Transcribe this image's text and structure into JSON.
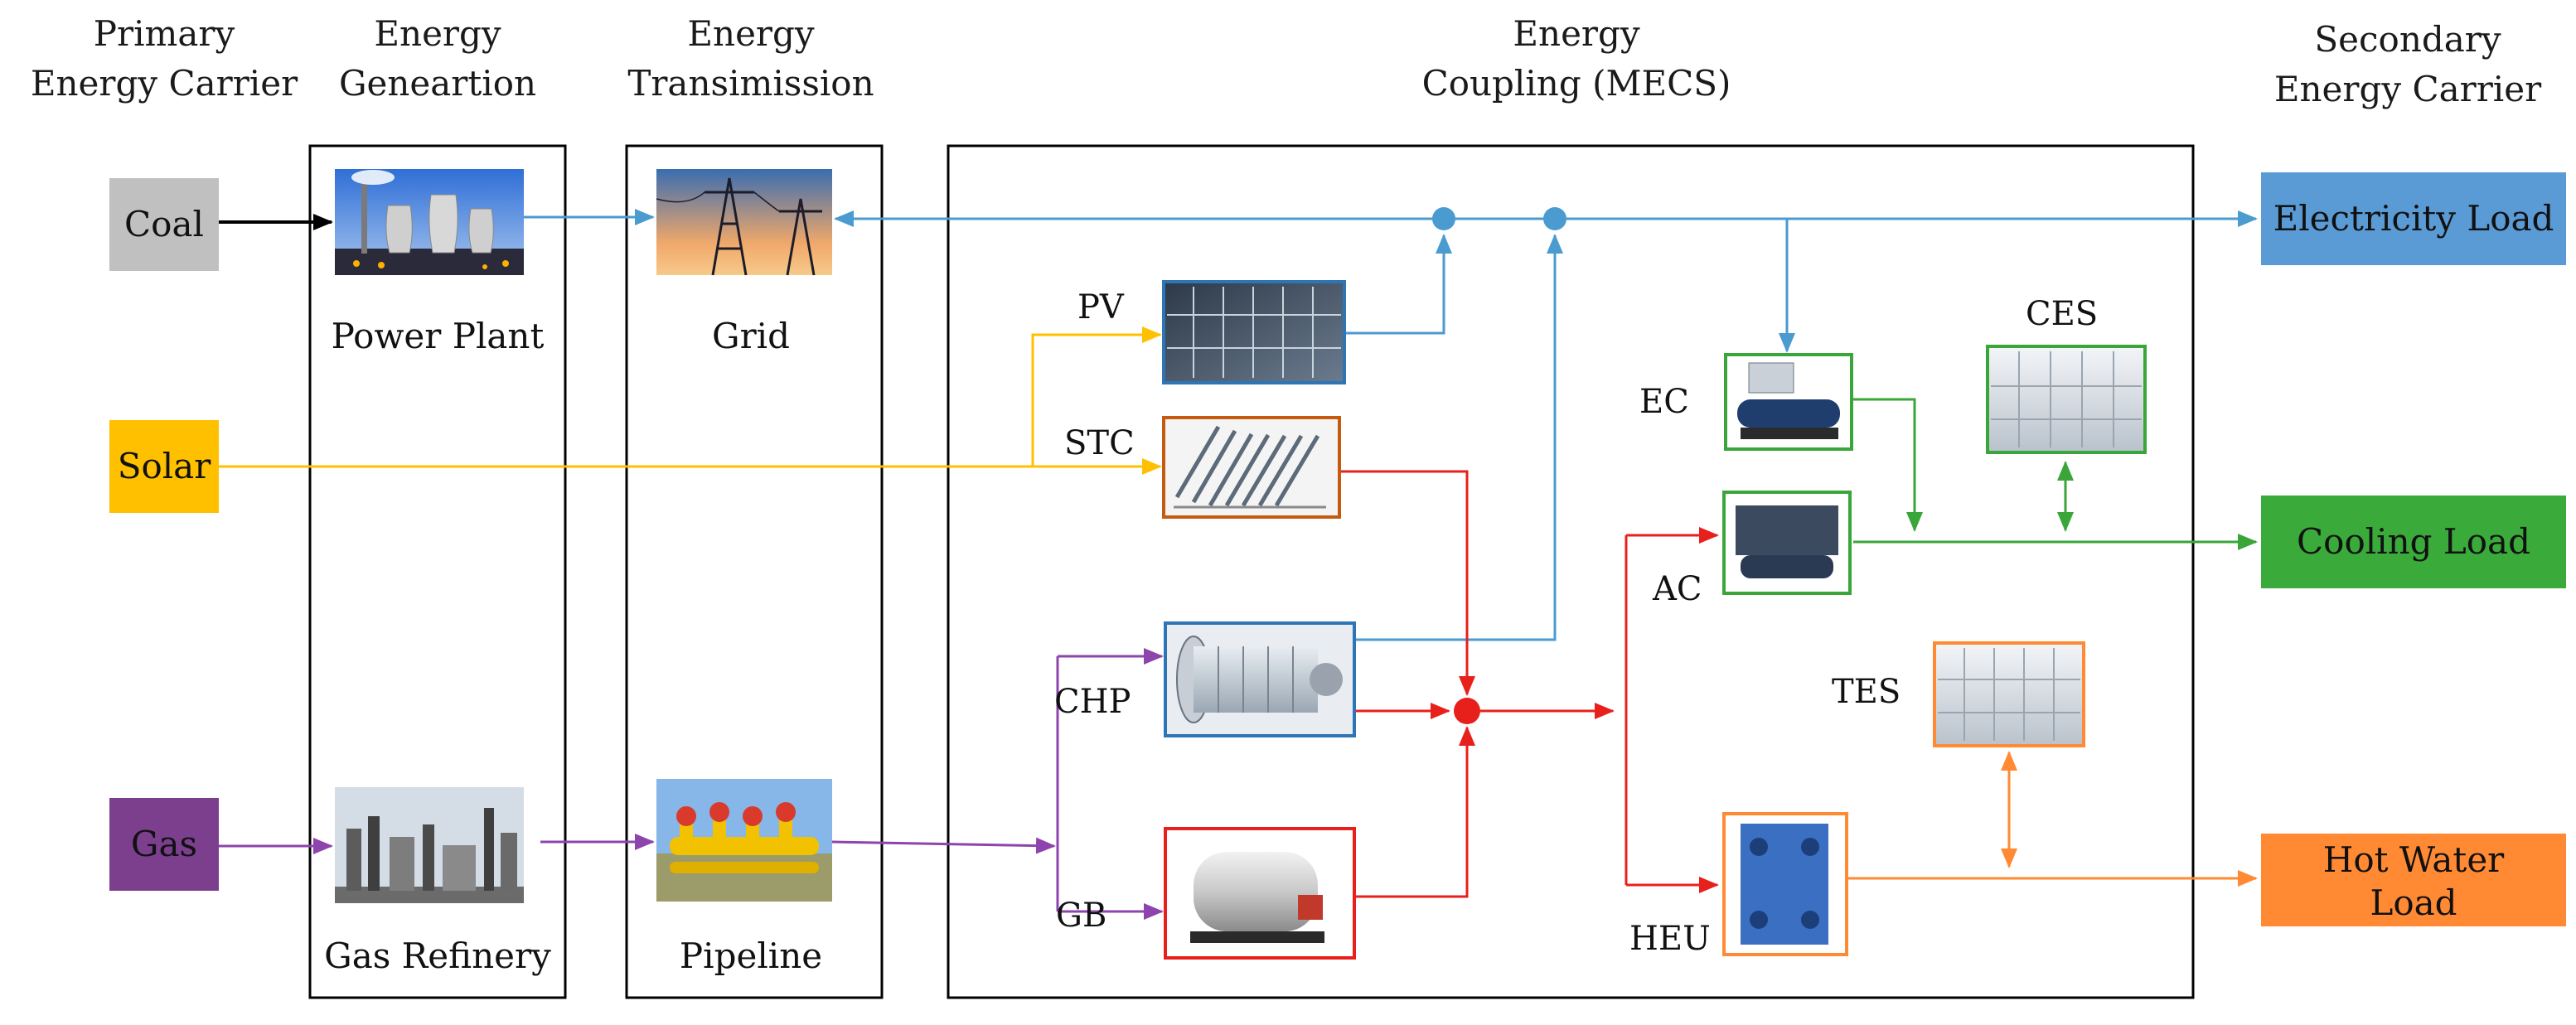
{
  "headers": {
    "primary": [
      "Primary",
      "Energy Carrier"
    ],
    "generation": [
      "Energy",
      "Geneartion"
    ],
    "transmission": [
      "Energy",
      "Transimission"
    ],
    "coupling": [
      "Energy",
      "Coupling (MECS)"
    ],
    "secondary": [
      "Secondary",
      "Energy Carrier"
    ]
  },
  "sources": {
    "coal": "Coal",
    "solar": "Solar",
    "gas": "Gas"
  },
  "facilities": {
    "power_plant": "Power Plant",
    "gas_refinery": "Gas Refinery",
    "grid": "Grid",
    "pipeline": "Pipeline"
  },
  "devices": {
    "pv": "PV",
    "stc": "STC",
    "chp": "CHP",
    "gb": "GB",
    "ec": "EC",
    "ces": "CES",
    "ac": "AC",
    "tes": "TES",
    "heu": "HEU"
  },
  "loads": {
    "electricity": "Electricity Load",
    "cooling": "Cooling Load",
    "hot_water": [
      "Hot Water",
      "Load"
    ]
  },
  "colors": {
    "coal": "#c0c0c0",
    "solar": "#ffc000",
    "gas": "#7b3f8e",
    "electricity": "#4a9bd0",
    "cooling": "#3aa63a",
    "hot_water": "#ff8a33",
    "heat": "#e8201c",
    "gas_line": "#8e44ad",
    "solar_line": "#ffc000"
  }
}
